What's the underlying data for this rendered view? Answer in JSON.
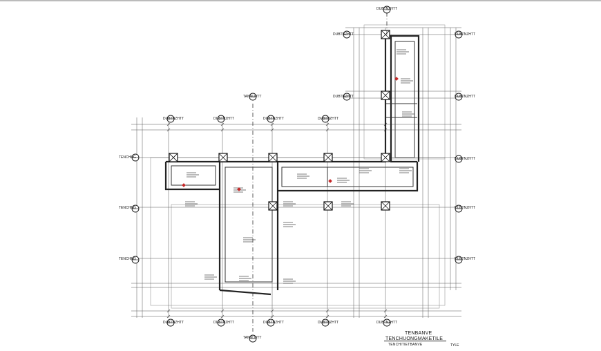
{
  "drawing": {
    "grid_label_top": "DUBTNZHTT",
    "grid_label_left": "TENCHNG",
    "grid_label_right": "DUBTNZHTT",
    "grid_label_bottom": "DUBTNZHTT",
    "axis_tag": "TANNLWTT"
  },
  "title_block": {
    "line1": "TENBANVE",
    "line2": "TENCHUONGMAKETILE",
    "line3": "TENCHITIETBANVE",
    "scale": "TYLE"
  }
}
